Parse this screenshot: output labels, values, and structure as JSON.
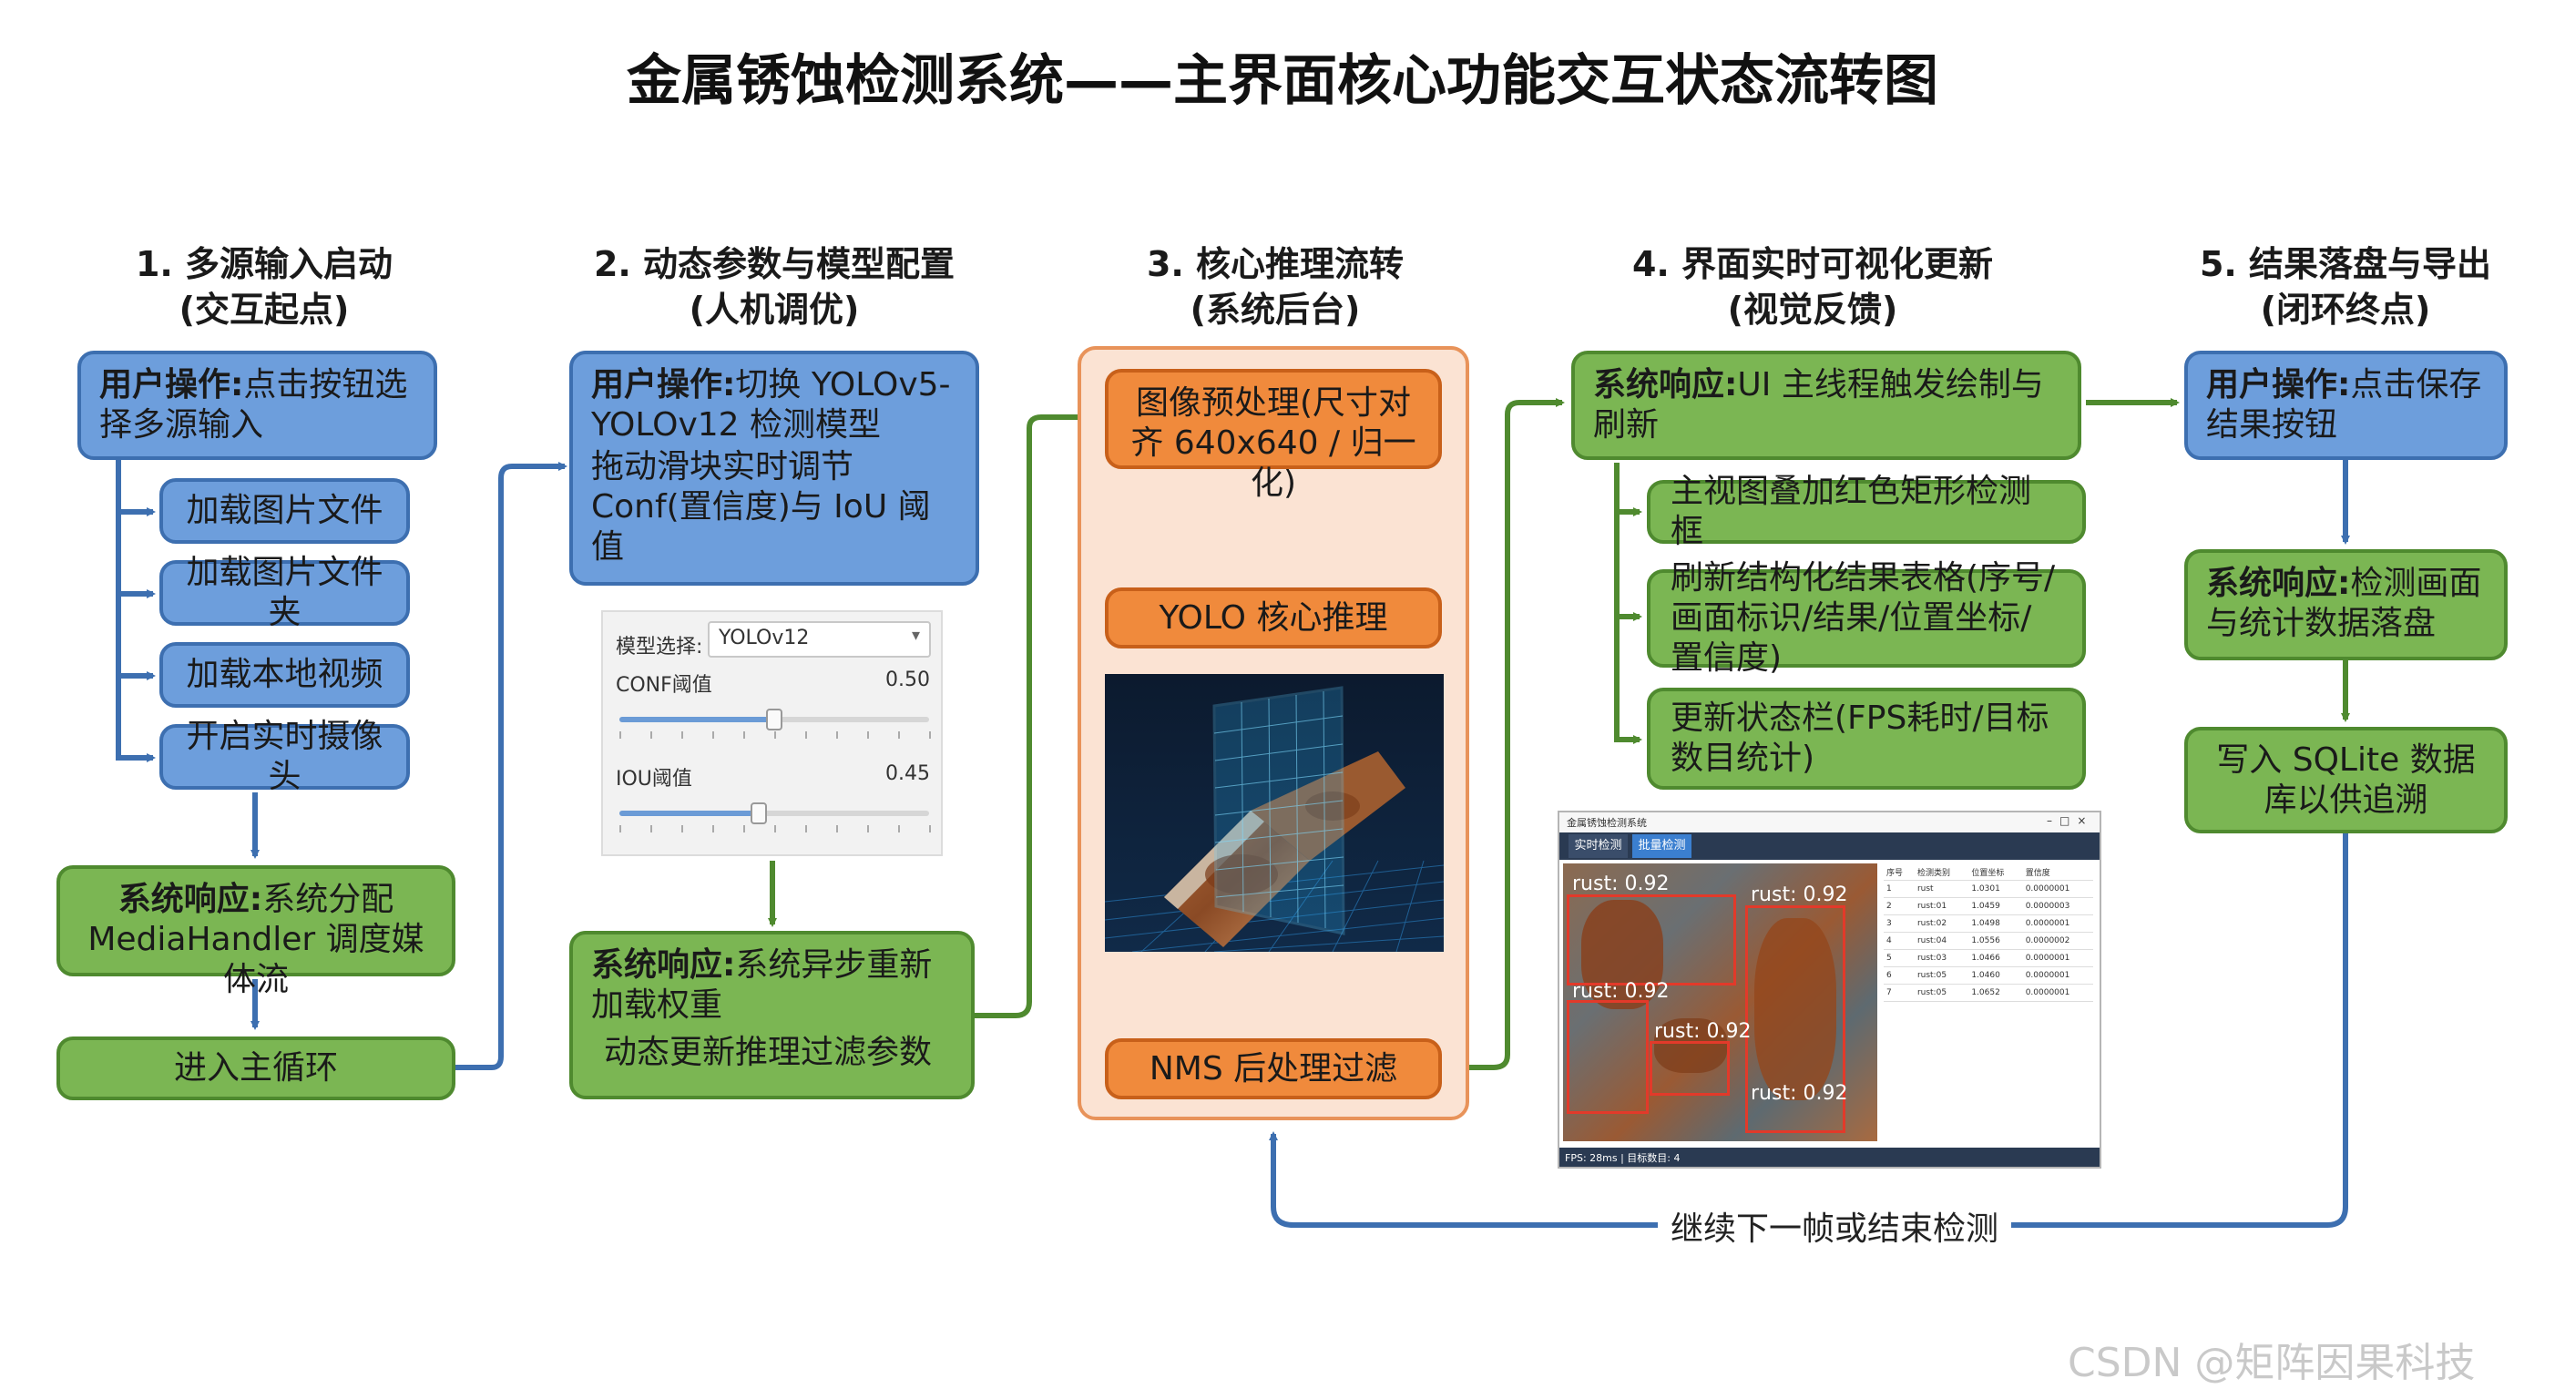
{
  "title": "金属锈蚀检测系统——主界面核心功能交互状态流转图",
  "columns": [
    {
      "line1": "1. 多源输入启动",
      "line2": "(交互起点)"
    },
    {
      "line1": "2. 动态参数与模型配置",
      "line2": "(人机调优)"
    },
    {
      "line1": "3. 核心推理流转",
      "line2": "(系统后台)"
    },
    {
      "line1": "4. 界面实时可视化更新",
      "line2": "(视觉反馈)"
    },
    {
      "line1": "5. 结果落盘与导出",
      "line2": "(闭环终点)"
    }
  ],
  "col1": {
    "user_key": "用户操作:",
    "user_text": "点击按钮选择多源输入",
    "sources": [
      "加载图片文件",
      "加载图片文件夹",
      "加载本地视频",
      "开启实时摄像头"
    ],
    "sys_key": "系统响应:",
    "sys_text": "系统分配 MediaHandler 调度媒体流",
    "loop": "进入主循环"
  },
  "col2": {
    "user_key": "用户操作:",
    "user_text1": "切换 YOLOv5-YOLOv12 检测模型",
    "user_text2": "拖动滑块实时调节 Conf(置信度)与 IoU 阈值",
    "panel": {
      "model_label": "模型选择:",
      "model_value": "YOLOv12",
      "conf_label": "CONF阈值",
      "conf_value": "0.50",
      "conf_level": 0.5,
      "iou_label": "IOU阈值",
      "iou_value": "0.45",
      "iou_level": 0.45
    },
    "sys_key": "系统响应:",
    "sys_text1": "系统异步重新加载权重",
    "sys_text2": "动态更新推理过滤参数"
  },
  "col3": {
    "preprocess": "图像预处理(尺寸对齐 640x640 / 归一化)",
    "infer": "YOLO 核心推理",
    "nms": "NMS 后处理过滤"
  },
  "col4": {
    "sys_key": "系统响应:",
    "sys_text": "UI 主线程触发绘制与刷新",
    "items": [
      "主视图叠加红色矩形检测框",
      "刷新结构化结果表格(序号/画面标识/结果/位置坐标/置信度)",
      "更新状态栏(FPS耗时/目标数目统计)"
    ],
    "screenshot": {
      "window_title": "金属锈蚀检测系统",
      "tab1": "实时检测",
      "tab2": "批量检测",
      "detections": [
        "rust: 0.92",
        "rust: 0.92",
        "rust: 0.92",
        "rust: 0.92",
        "rust: 0.92"
      ],
      "table_headers": [
        "序号",
        "检测类别",
        "位置坐标",
        "置信度"
      ],
      "table_rows": [
        [
          "1",
          "rust",
          "1.0301",
          "0.0000001"
        ],
        [
          "2",
          "rust:01",
          "1.0459",
          "0.0000003"
        ],
        [
          "3",
          "rust:02",
          "1.0498",
          "0.0000001"
        ],
        [
          "4",
          "rust:04",
          "1.0556",
          "0.0000002"
        ],
        [
          "5",
          "rust:03",
          "1.0466",
          "0.0000001"
        ],
        [
          "6",
          "rust:05",
          "1.0460",
          "0.0000001"
        ],
        [
          "7",
          "rust:05",
          "1.0652",
          "0.0000001"
        ]
      ],
      "status": "FPS: 28ms | 目标数目: 4"
    }
  },
  "col5": {
    "user_key": "用户操作:",
    "user_text": "点击保存结果按钮",
    "sys_key": "系统响应:",
    "sys_text": "检测画面与统计数据落盘",
    "db": "写入 SQLite 数据库以供追溯"
  },
  "loop_label": "继续下一帧或结束检测",
  "watermark": "CSDN @矩阵因果科技",
  "colors": {
    "blue_fill": "#6d9edc",
    "blue_border": "#3d6fb0",
    "green_fill": "#7bb653",
    "green_border": "#4f8a2f",
    "orange_fill": "#f08a3c",
    "orange_border": "#c8601a",
    "core_bg": "#fbe3d3",
    "detection_red": "#e23a2a"
  }
}
